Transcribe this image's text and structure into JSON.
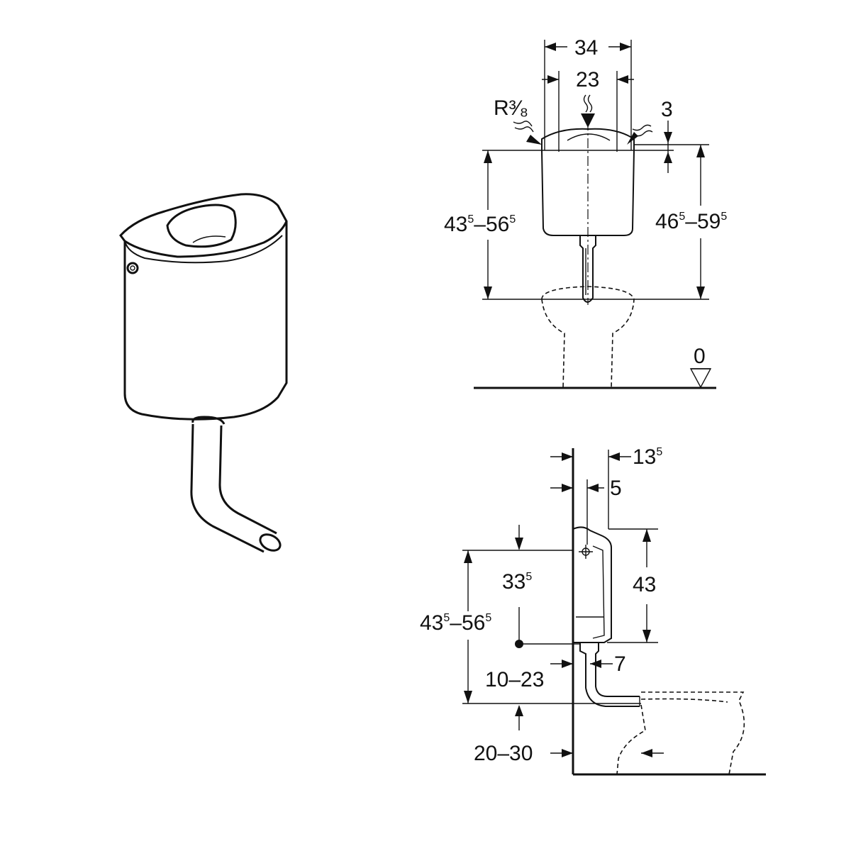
{
  "front_view": {
    "width_outer": "34",
    "width_inner": "23",
    "thread": "R³⁄₈",
    "lid_offset": "3",
    "height_left": {
      "base": "43",
      "sup1": "5",
      "mid": "–56",
      "sup2": "5"
    },
    "height_right": {
      "base": "46",
      "sup1": "5",
      "mid": "–59",
      "sup2": "5"
    },
    "floor_level": "0"
  },
  "side_view": {
    "wall_to_back": {
      "base": "13",
      "sup": "5"
    },
    "wall_to_bracket": "5",
    "bracket_height": {
      "base": "33",
      "sup": "5"
    },
    "cistern_height": "43",
    "mount_height": {
      "base": "43",
      "sup1": "5",
      "mid": "–56",
      "sup2": "5"
    },
    "pipe_offset": "7",
    "wall_to_pipe": "10–23",
    "wall_to_bowl": "20–30"
  }
}
